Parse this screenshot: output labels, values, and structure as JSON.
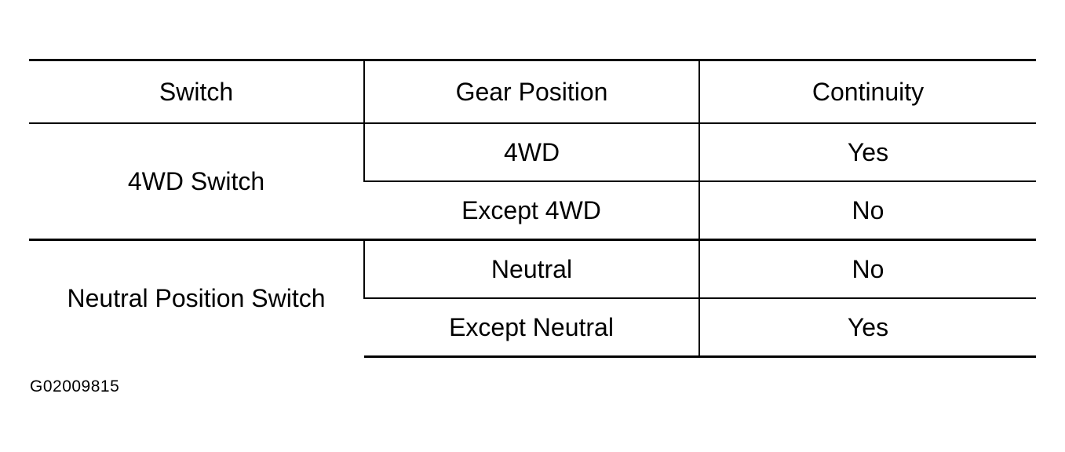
{
  "table": {
    "headers": [
      "Switch",
      "Gear Position",
      "Continuity"
    ],
    "groups": [
      {
        "switch": "4WD Switch",
        "rows": [
          {
            "gear_position": "4WD",
            "continuity": "Yes"
          },
          {
            "gear_position": "Except 4WD",
            "continuity": "No"
          }
        ]
      },
      {
        "switch": "Neutral Position Switch",
        "rows": [
          {
            "gear_position": "Neutral",
            "continuity": "No"
          },
          {
            "gear_position": "Except Neutral",
            "continuity": "Yes"
          }
        ]
      }
    ]
  },
  "figure_id": "G02009815"
}
